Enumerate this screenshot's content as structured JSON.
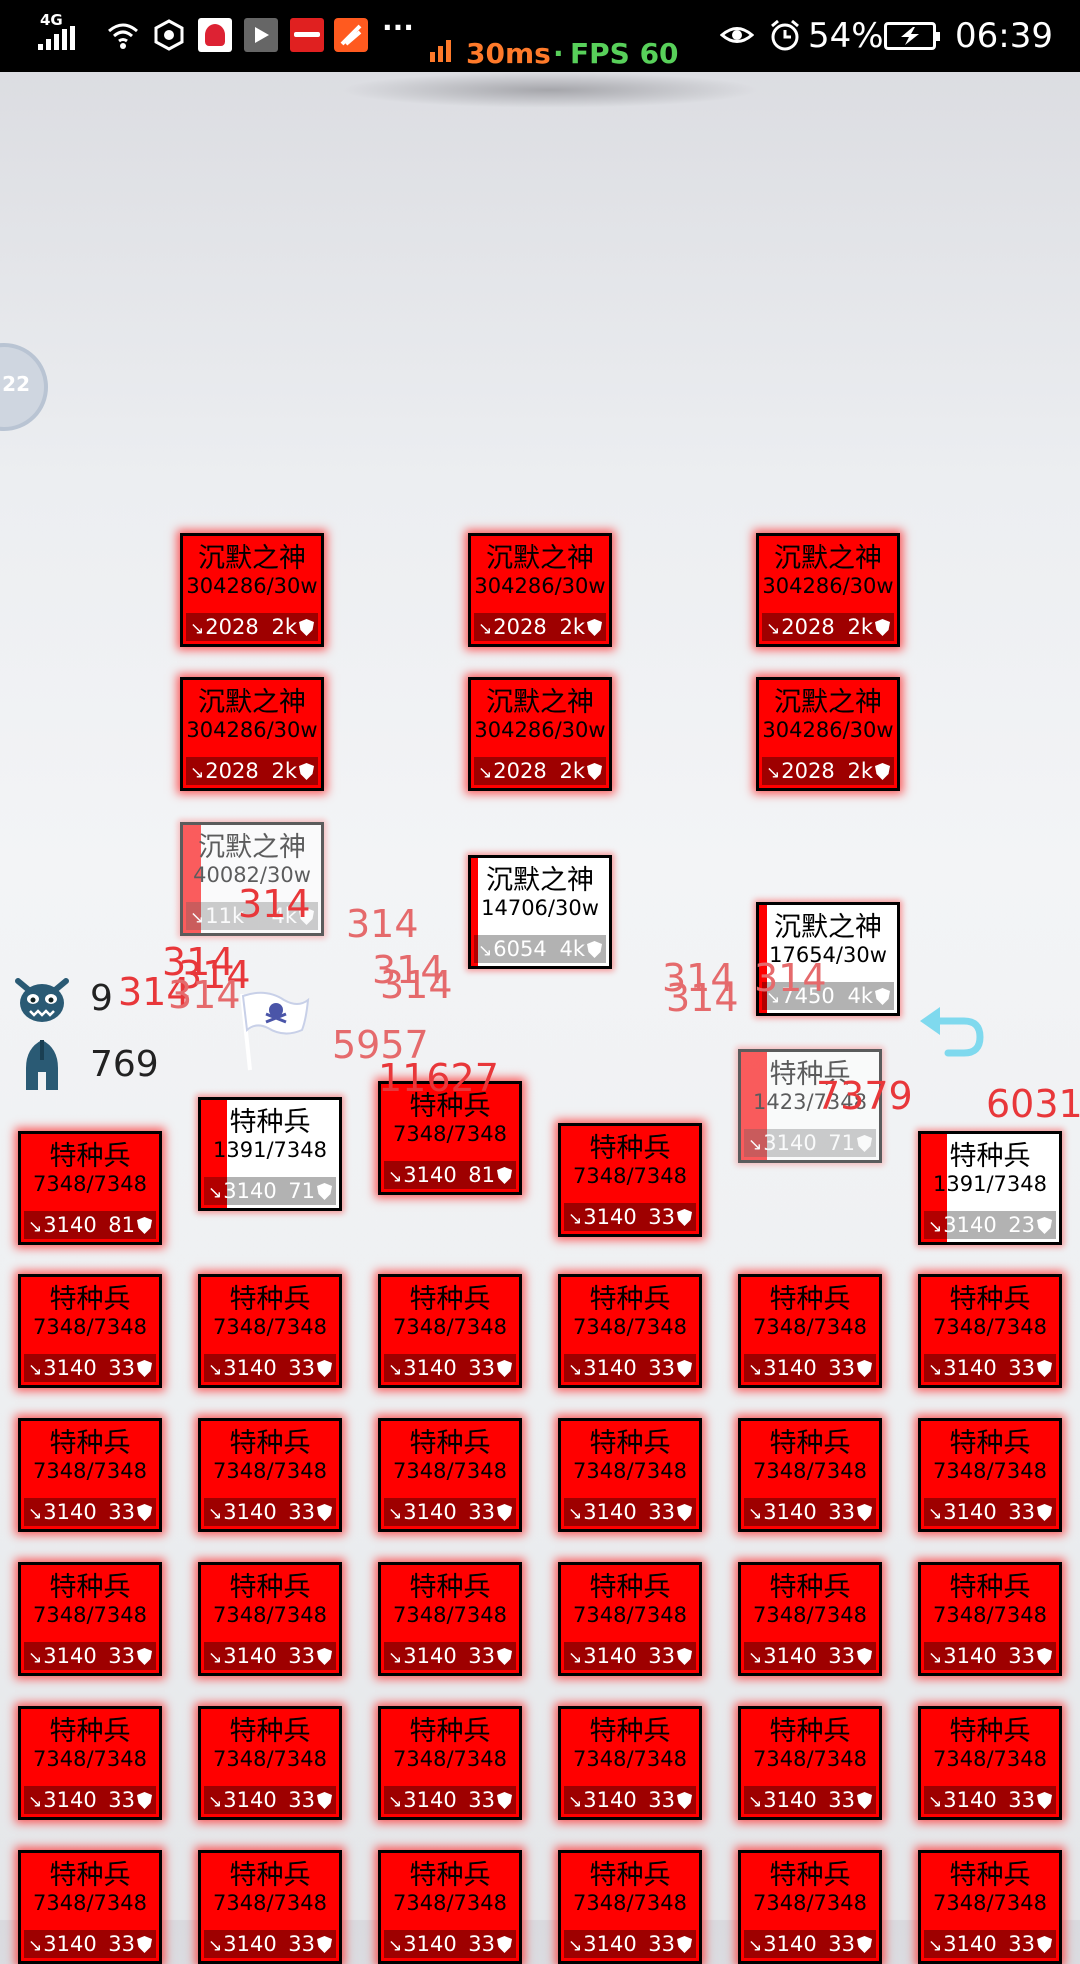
{
  "status_bar": {
    "network": "4G",
    "latency": "30ms",
    "separator": "·",
    "fps": "FPS 60",
    "battery": "54%",
    "time": "06:39",
    "more": "···"
  },
  "clock_widget": {
    "label": "22"
  },
  "gods": [
    {
      "name": "沉默之神",
      "hp": "304286/30w",
      "atk": "2028",
      "def": "2k",
      "state": "alive"
    },
    {
      "name": "沉默之神",
      "hp": "304286/30w",
      "atk": "2028",
      "def": "2k",
      "state": "alive"
    },
    {
      "name": "沉默之神",
      "hp": "304286/30w",
      "atk": "2028",
      "def": "2k",
      "state": "alive"
    },
    {
      "name": "沉默之神",
      "hp": "304286/30w",
      "atk": "2028",
      "def": "2k",
      "state": "alive"
    },
    {
      "name": "沉默之神",
      "hp": "304286/30w",
      "atk": "2028",
      "def": "2k",
      "state": "alive"
    },
    {
      "name": "沉默之神",
      "hp": "304286/30w",
      "atk": "2028",
      "def": "2k",
      "state": "alive"
    },
    {
      "name": "沉默之神",
      "hp": "40082/30w",
      "atk": "11k",
      "def": "4k",
      "state": "damaged",
      "hp_fraction": 0.13,
      "faded": true
    },
    {
      "name": "沉默之神",
      "hp": "14706/30w",
      "atk": "6054",
      "def": "4k",
      "state": "damaged",
      "hp_fraction": 0.05
    },
    {
      "name": "沉默之神",
      "hp": "17654/30w",
      "atk": "7450",
      "def": "4k",
      "state": "damaged",
      "hp_fraction": 0.06
    }
  ],
  "soldiers_front": [
    {
      "name": "特种兵",
      "hp": "7348/7348",
      "atk": "3140",
      "def": "81",
      "state": "alive"
    },
    {
      "name": "特种兵",
      "hp": "1391/7348",
      "atk": "3140",
      "def": "71",
      "state": "damaged",
      "hp_fraction": 0.19
    },
    {
      "name": "特种兵",
      "hp": "7348/7348",
      "atk": "3140",
      "def": "81",
      "state": "alive"
    },
    {
      "name": "特种兵",
      "hp": "7348/7348",
      "atk": "3140",
      "def": "33",
      "state": "alive"
    },
    {
      "name": "特种兵",
      "hp": "1423/7348",
      "atk": "3140",
      "def": "71",
      "state": "damaged",
      "hp_fraction": 0.19,
      "faded": true
    },
    {
      "name": "特种兵",
      "hp": "1391/7348",
      "atk": "3140",
      "def": "23",
      "state": "damaged",
      "hp_fraction": 0.19
    }
  ],
  "soldier_grid": {
    "name": "特种兵",
    "hp": "7348/7348",
    "atk": "3140",
    "def": "33"
  },
  "side_panel": {
    "monster_count": "9",
    "soldier_count": "769"
  },
  "damage_numbers": [
    {
      "text": "314",
      "style": "strong"
    },
    {
      "text": "314",
      "style": "light"
    },
    {
      "text": "314",
      "style": "strong"
    },
    {
      "text": "314",
      "style": "strong"
    },
    {
      "text": "314",
      "style": "strong"
    },
    {
      "text": "314",
      "style": "light"
    },
    {
      "text": "314",
      "style": "light"
    },
    {
      "text": "314",
      "style": "light"
    },
    {
      "text": "314",
      "style": "light"
    },
    {
      "text": "314",
      "style": "light"
    },
    {
      "text": "314",
      "style": "light"
    },
    {
      "text": "5957",
      "style": "light"
    },
    {
      "text": "11627",
      "style": "strong"
    },
    {
      "text": "7379",
      "style": "strong"
    },
    {
      "text": "6031",
      "style": "strong"
    }
  ],
  "colors": {
    "unit_red": "#ff0000",
    "damage_red": "#e8373a",
    "latency_orange": "#ff7a2a",
    "fps_green": "#58d05a",
    "back_arrow": "#7fd9ee"
  },
  "icons": [
    "monster-face-icon",
    "spartan-helmet-icon",
    "pirate-flag-icon",
    "back-arrow-icon",
    "sword-icon",
    "shield-icon"
  ]
}
